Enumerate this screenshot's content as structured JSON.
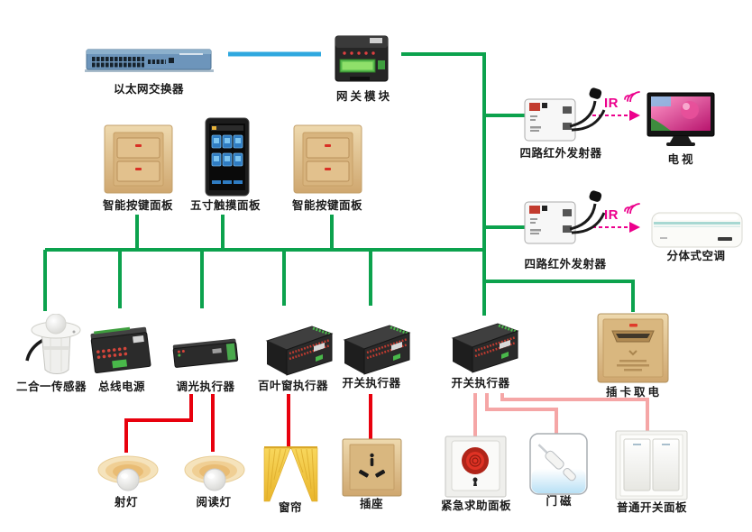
{
  "diagram": {
    "kind": "smart-room bus wiring topology",
    "ir_signal_label": "IR"
  },
  "colors": {
    "bus_green": "#0CA24D",
    "ethernet_blue": "#2FA8DF",
    "load_red": "#E8000D",
    "dry_contact_pink": "#F5A6A6",
    "ir_magenta": "#EC008C",
    "panel_gold": "#D8B27E"
  },
  "nodes": {
    "ethernet_switch": {
      "label": "以太网交换器"
    },
    "gateway": {
      "label": "网关模块"
    },
    "key_panel_1": {
      "label": "智能按键面板"
    },
    "touch_panel": {
      "label": "五寸触摸面板"
    },
    "key_panel_2": {
      "label": "智能按键面板"
    },
    "ir_emitter_1": {
      "label": "四路红外发射器"
    },
    "tv": {
      "label": "电视"
    },
    "ir_emitter_2": {
      "label": "四路红外发射器"
    },
    "air_conditioner": {
      "label": "分体式空调"
    },
    "sensor_2in1": {
      "label": "二合一传感器"
    },
    "bus_power": {
      "label": "总线电源"
    },
    "dimmer_actuator": {
      "label": "调光执行器"
    },
    "blind_actuator": {
      "label": "百叶窗执行器"
    },
    "switch_actuator_1": {
      "label": "开关执行器"
    },
    "switch_actuator_2": {
      "label": "开关执行器"
    },
    "card_power": {
      "label": "插卡取电"
    },
    "spotlight": {
      "label": "射灯"
    },
    "reading_lamp": {
      "label": "阅读灯"
    },
    "curtain": {
      "label": "窗帘"
    },
    "socket": {
      "label": "插座"
    },
    "emergency_panel": {
      "label": "紧急求助面板"
    },
    "door_magnet": {
      "label": "门磁"
    },
    "normal_switch_panel": {
      "label": "普通开关面板"
    }
  },
  "ir_links": [
    {
      "label": "IR"
    },
    {
      "label": "IR"
    }
  ]
}
